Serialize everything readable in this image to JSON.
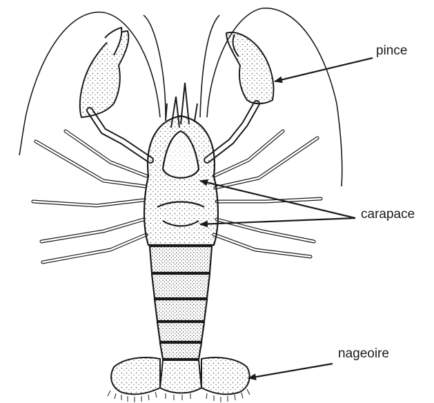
{
  "diagram": {
    "subject": "crayfish",
    "labels": {
      "pince": "pince",
      "carapace": "carapace",
      "nageoire": "nageoire"
    },
    "colors": {
      "ink": "#1a1a1a",
      "stipple": "#555555",
      "background": "#ffffff"
    }
  }
}
